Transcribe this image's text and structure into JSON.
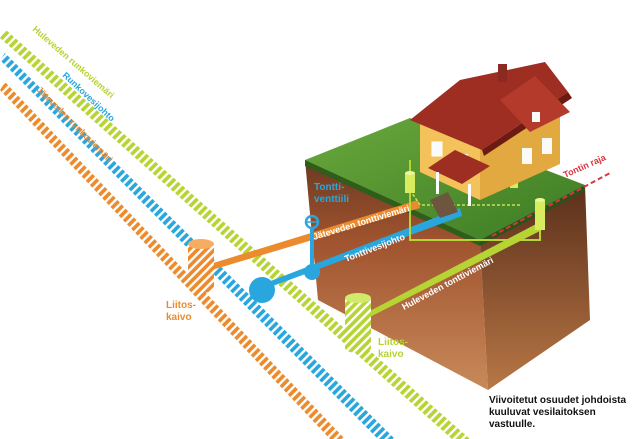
{
  "labels": {
    "storm_main": "Huleveden runkoviemäri",
    "water_main": "Runkovesijohto",
    "waste_main": "Jäteveden runkoviemäri",
    "plot_valve": "Tontti-\nventtiili",
    "waste_plot_sewer": "Jäteveden tonttiviemäri",
    "plot_water_line": "Tonttivesijohto",
    "storm_plot_sewer": "Huleveden tonttiviemäri",
    "plot_boundary": "Tontin raja",
    "connection_well_waste": "Liitos-\nkaivo",
    "connection_well_storm": "Liitos-\nkaivo"
  },
  "note": "Viivoitetut osuudet johdoista kuuluvat vesilaitoksen vastuulle.",
  "colors": {
    "storm": "#b6d433",
    "water": "#2aa6de",
    "waste": "#ec8b2d",
    "boundary": "#d9363e",
    "grass": "#4e8f2e",
    "soil": "#a25a34",
    "roof": "#9e2d22",
    "house_wall": "#f3c25a"
  }
}
